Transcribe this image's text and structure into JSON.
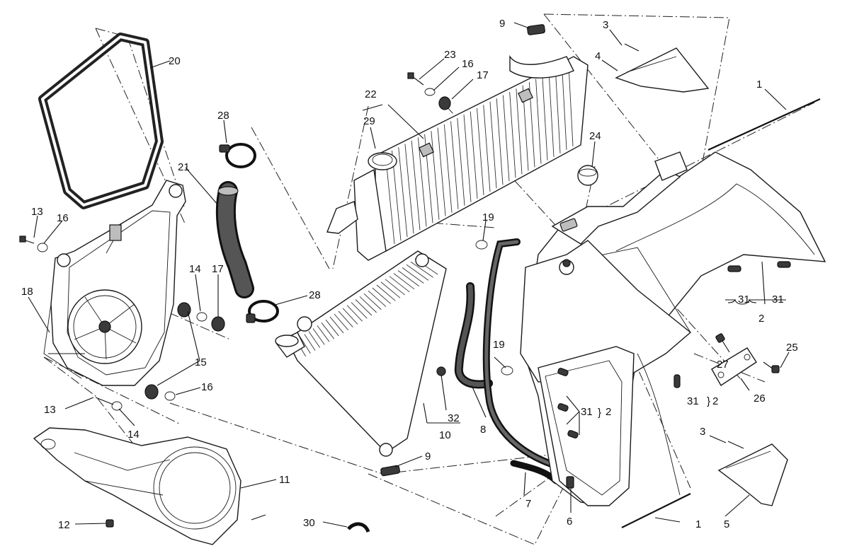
{
  "labels": {
    "l1a": "1",
    "l1b": "1",
    "l2a": "2",
    "l2b": "2",
    "l2c": "2",
    "l3a": "3",
    "l3b": "3",
    "l4": "4",
    "l5": "5",
    "l6": "6",
    "l7": "7",
    "l8": "8",
    "l9a": "9",
    "l9b": "9",
    "l10": "10",
    "l11": "11",
    "l12": "12",
    "l13a": "13",
    "l13b": "13",
    "l14a": "14",
    "l14b": "14",
    "l15": "15",
    "l16a": "16",
    "l16b": "16",
    "l16c": "16",
    "l17a": "17",
    "l17b": "17",
    "l18": "18",
    "l19a": "19",
    "l19b": "19",
    "l20": "20",
    "l21": "21",
    "l22": "22",
    "l23": "23",
    "l24": "24",
    "l25": "25",
    "l26": "26",
    "l27": "27",
    "l28a": "28",
    "l28b": "28",
    "l29": "29",
    "l30": "30",
    "l31a": "31",
    "l31b": "31",
    "l31c": "31",
    "l31d": "31",
    "l32": "32"
  }
}
